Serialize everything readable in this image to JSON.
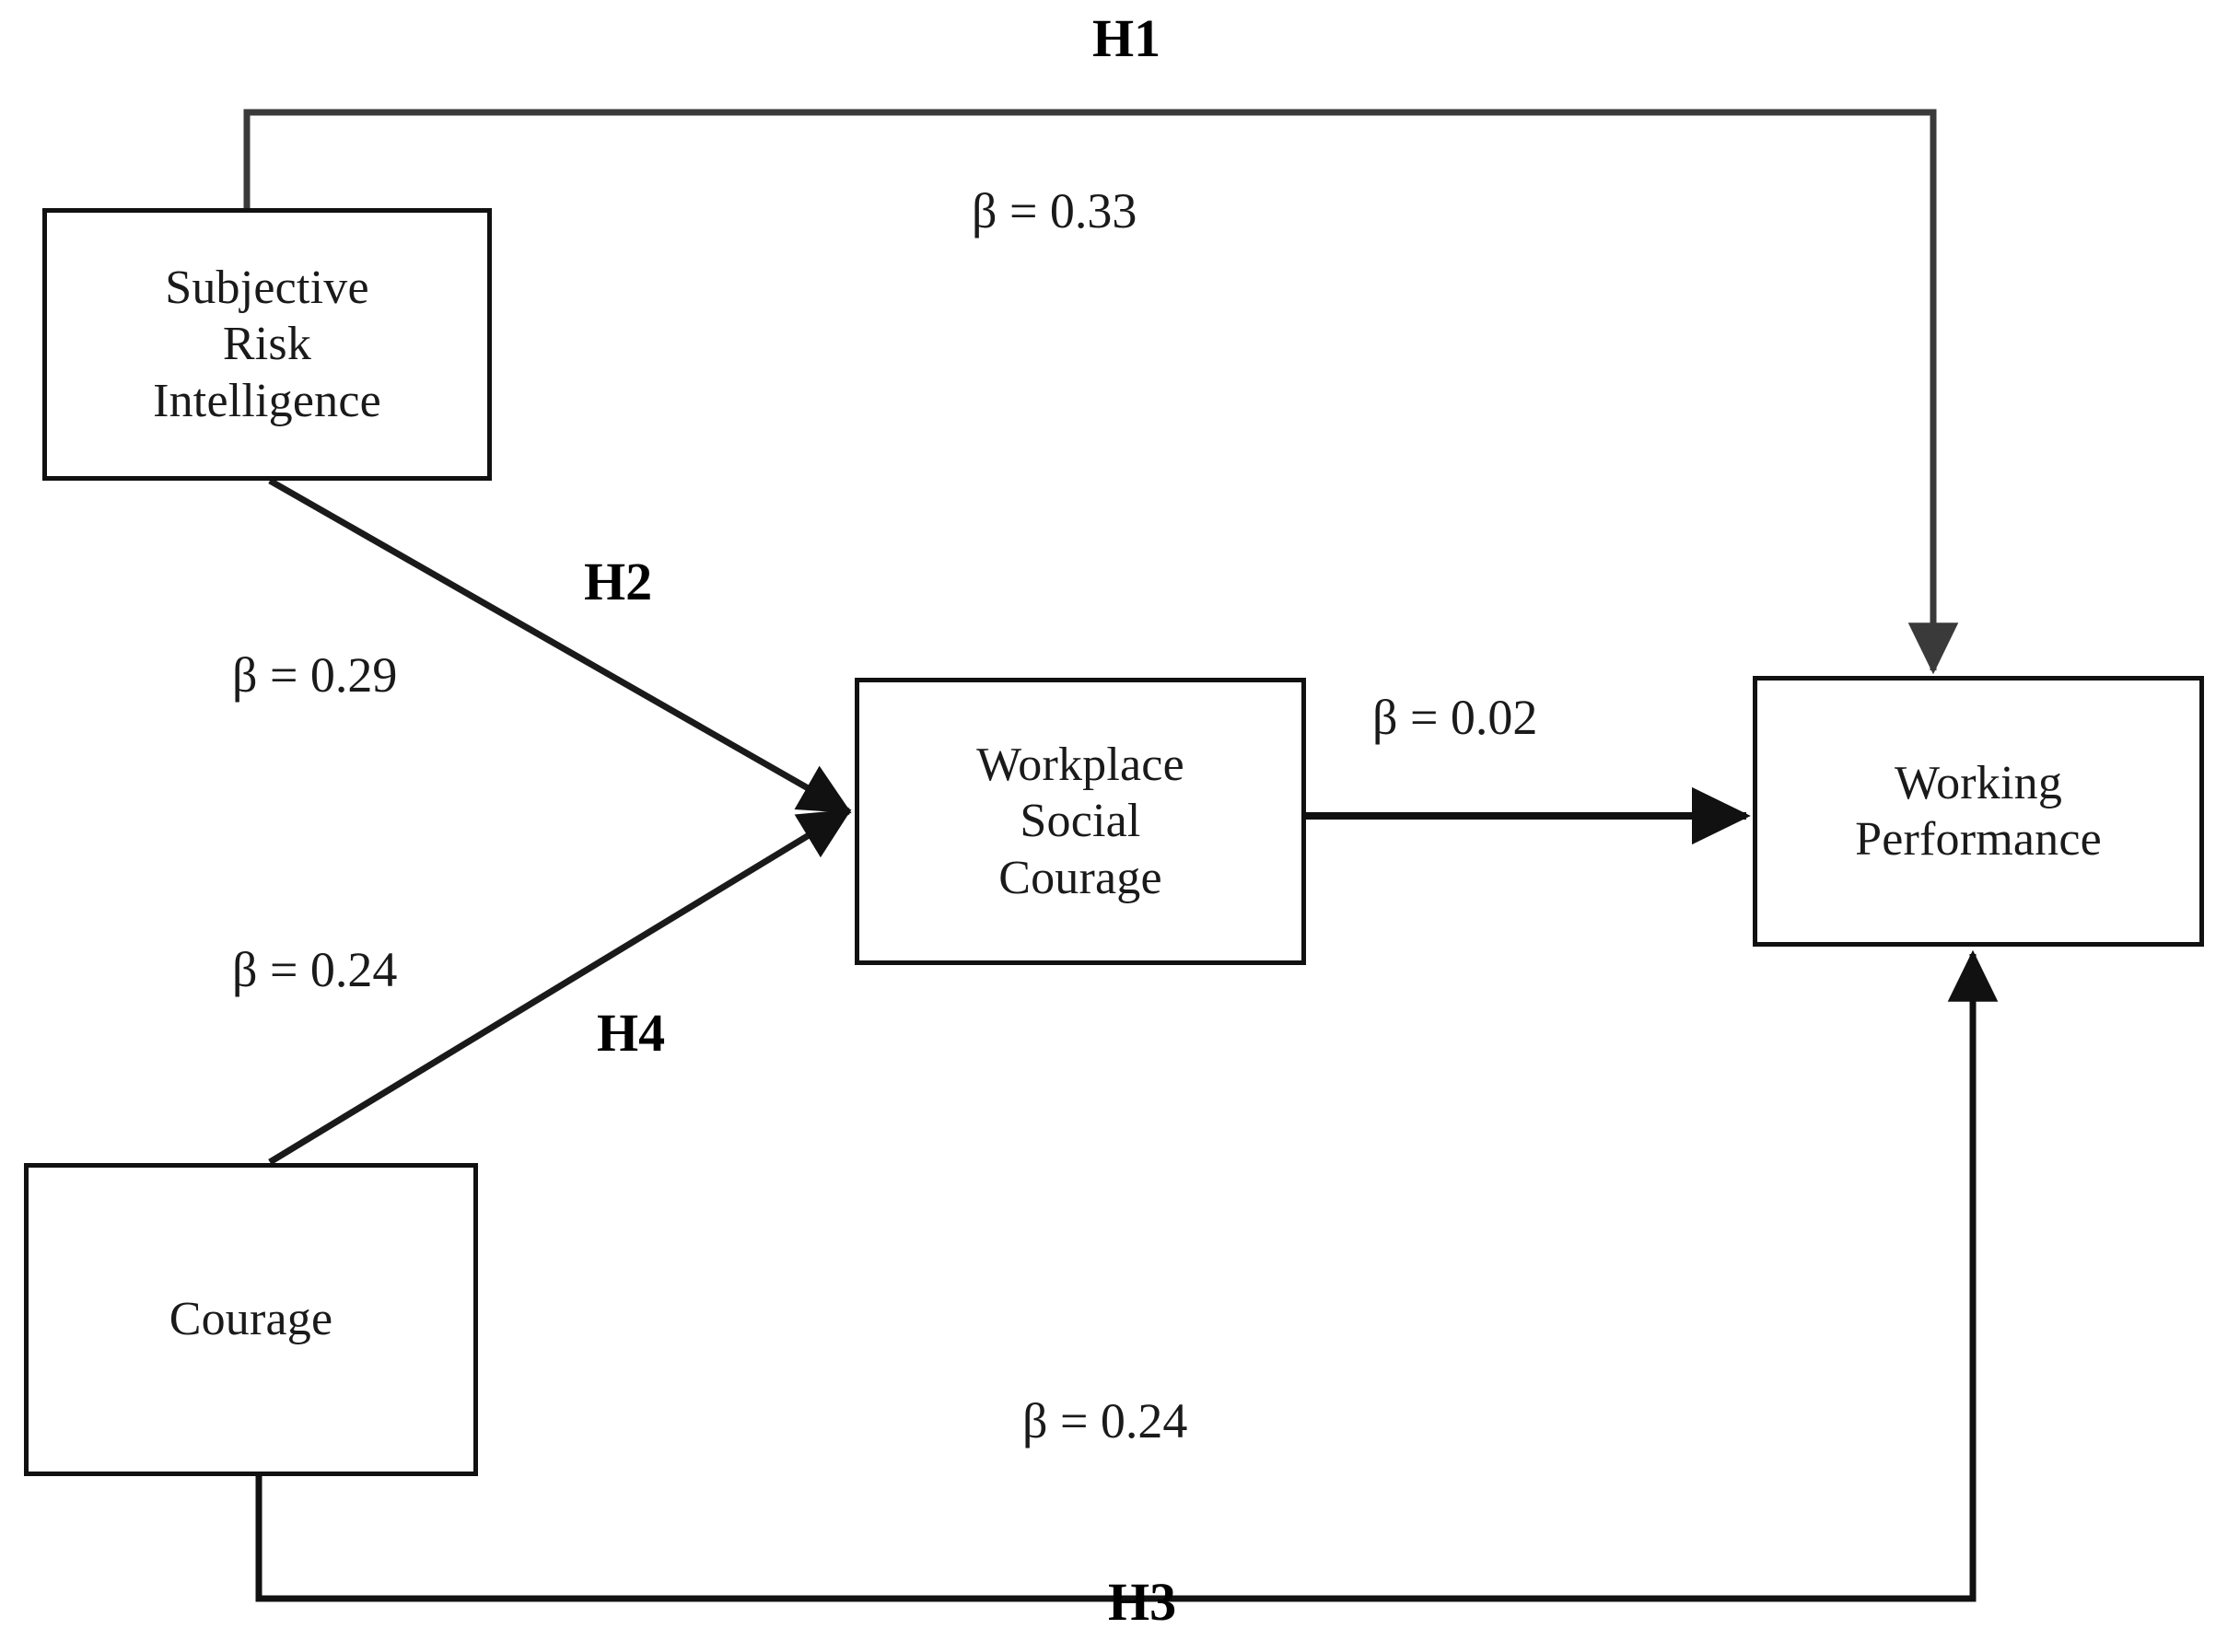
{
  "diagram": {
    "type": "path-diagram",
    "title": "",
    "background_color": "#ffffff",
    "line_color": "#3a3a3a",
    "box_border_color": "#111111",
    "text_color": "#1a1a1a",
    "nodes": [
      {
        "id": "sri",
        "label": "Subjective\nRisk\nIntelligence"
      },
      {
        "id": "wsc",
        "label": "Workplace\nSocial\nCourage"
      },
      {
        "id": "wp",
        "label": "Working\nPerformance"
      },
      {
        "id": "cour",
        "label": "Courage"
      }
    ],
    "edges": [
      {
        "id": "h1",
        "from": "sri",
        "to": "wp",
        "hypothesis": "H1",
        "coefficient": "β = 0.33",
        "beta": 0.33,
        "routing": "orthogonal-top"
      },
      {
        "id": "h2",
        "from": "sri",
        "to": "wsc",
        "hypothesis": "H2",
        "coefficient": "β = 0.29",
        "beta": 0.29,
        "routing": "diagonal"
      },
      {
        "id": "h4",
        "from": "cour",
        "to": "wsc",
        "hypothesis": "H4",
        "coefficient": "β = 0.24",
        "beta": 0.24,
        "routing": "diagonal"
      },
      {
        "id": "h3",
        "from": "cour",
        "to": "wp",
        "hypothesis": "H3",
        "coefficient": "β = 0.24",
        "beta": 0.24,
        "routing": "orthogonal-bottom"
      },
      {
        "id": "mediated",
        "from": "wsc",
        "to": "wp",
        "hypothesis": "",
        "coefficient": "β = 0.02",
        "beta": 0.02,
        "routing": "straight"
      }
    ]
  }
}
